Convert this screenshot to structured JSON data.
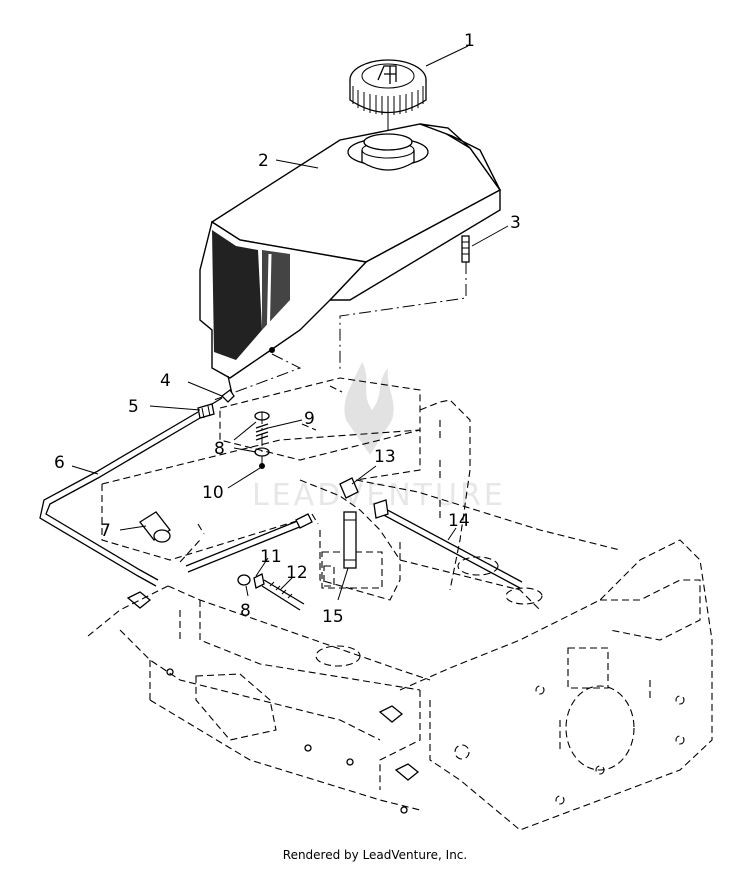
{
  "callouts": [
    "1",
    "2",
    "3",
    "4",
    "5",
    "6",
    "7",
    "8",
    "9",
    "10",
    "11",
    "12",
    "13",
    "14",
    "15",
    "8"
  ],
  "watermark": {
    "text": "LEADVENTURE"
  },
  "footer": {
    "text": "Rendered by LeadVenture, Inc."
  }
}
